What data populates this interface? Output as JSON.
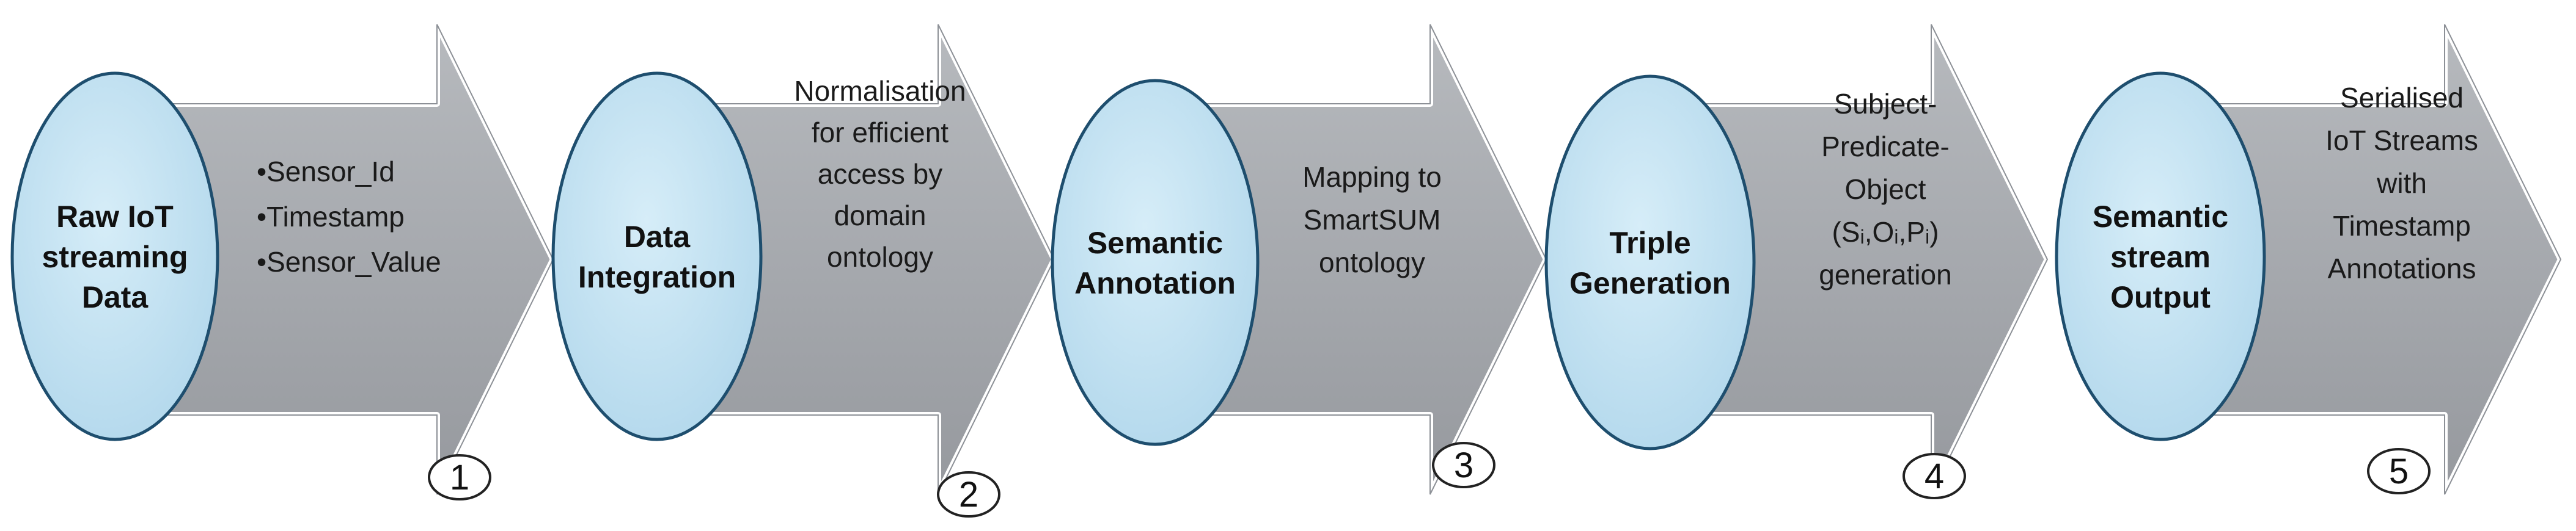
{
  "steps": [
    {
      "title_lines": [
        "Raw IoT",
        "streaming",
        "Data"
      ],
      "desc_lines": [
        "•Sensor_Id",
        "•Timestamp",
        "•Sensor_Value"
      ],
      "number": "1"
    },
    {
      "title_lines": [
        "Data",
        "Integration"
      ],
      "desc_lines": [
        "Normalisation",
        "for efficient",
        "access by",
        "domain",
        "ontology"
      ],
      "number": "2"
    },
    {
      "title_lines": [
        "Semantic",
        "Annotation"
      ],
      "desc_lines": [
        "Mapping to",
        "SmartSUM",
        "ontology"
      ],
      "number": "3"
    },
    {
      "title_lines": [
        "Triple",
        "Generation"
      ],
      "desc_lines": [
        "Subject-",
        "Predicate-",
        "Object",
        "(Sᵢ,Oᵢ,Pᵢ)",
        "generation"
      ],
      "number": "4"
    },
    {
      "title_lines": [
        "Semantic",
        "stream",
        "Output"
      ],
      "desc_lines": [
        "Serialised",
        "IoT Streams",
        "with",
        "Timestamp",
        "Annotations"
      ],
      "number": "5"
    }
  ],
  "colors": {
    "arrow_fill": "#a7aaaf",
    "arrow_edge": "#8c9096",
    "oval_fill": "#c4e3f3",
    "oval_stroke": "#1e4e6e",
    "text": "#111111"
  }
}
